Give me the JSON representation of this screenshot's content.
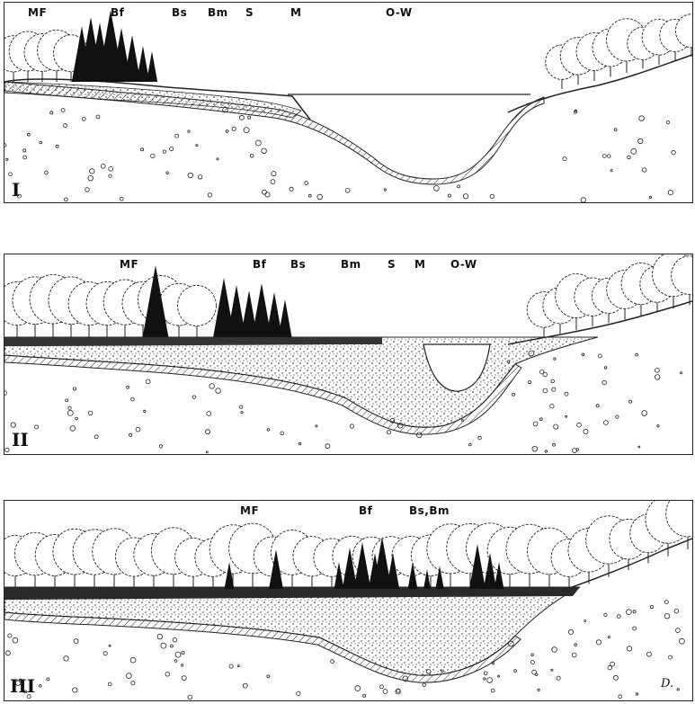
{
  "panels": [
    {
      "roman": "I",
      "labels": [
        "MF",
        "Bf",
        "Bs",
        "Bm",
        "S",
        "M",
        "O-W"
      ]
    },
    {
      "roman": "II",
      "labels": [
        "MF",
        "Bf",
        "Bs",
        "Bm",
        "S",
        "M",
        "O-W"
      ]
    },
    {
      "roman": "III",
      "labels": [
        "MF",
        "Bf",
        "Bs,Bm"
      ]
    }
  ],
  "signature": "D.",
  "colors": {
    "ink": "#1a1a1a",
    "paper": "#ffffff"
  }
}
